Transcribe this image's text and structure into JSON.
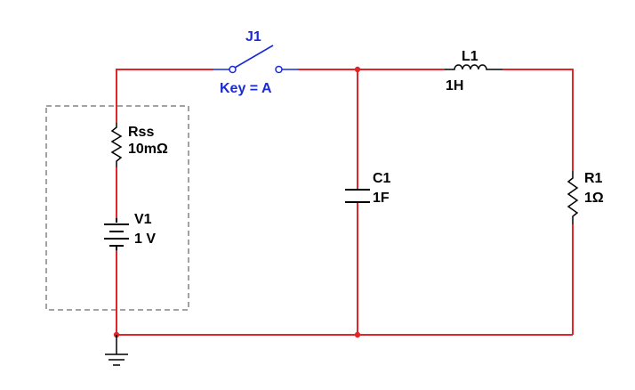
{
  "switch": {
    "name": "J1",
    "key_label": "Key = A"
  },
  "inductor": {
    "name": "L1",
    "value": "1H"
  },
  "source_resistor": {
    "name": "Rss",
    "value": "10mΩ"
  },
  "voltage_source": {
    "name": "V1",
    "value": "1 V"
  },
  "capacitor": {
    "name": "C1",
    "value": "1F"
  },
  "load_resistor": {
    "name": "R1",
    "value": "1Ω"
  },
  "colors": {
    "wire": "#e0262a",
    "switch": "#1a2bd6",
    "component": "#000000"
  }
}
